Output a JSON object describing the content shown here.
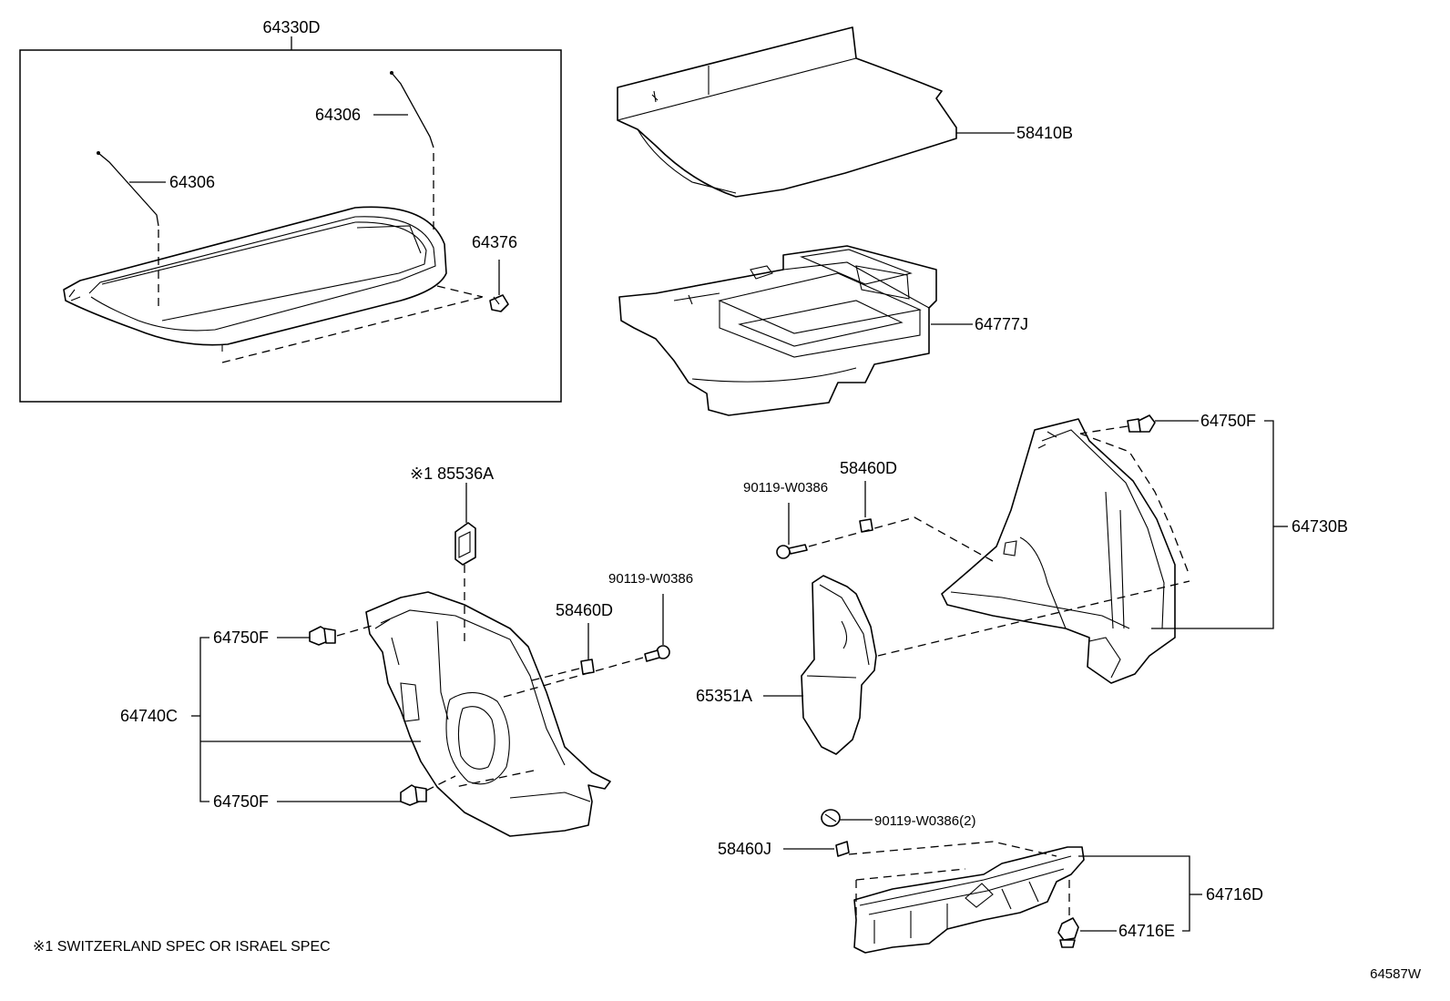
{
  "labels": {
    "p64330D": "64330D",
    "p64306_upper": "64306",
    "p64306_lower": "64306",
    "p64376": "64376",
    "p58410B": "58410B",
    "p64777J": "64777J",
    "p64750F_right": "64750F",
    "p64730B": "64730B",
    "p58460D_right": "58460D",
    "p90119_right": "90119-W0386",
    "p85536A": "※1 85536A",
    "p90119_left": "90119-W0386",
    "p58460D_left": "58460D",
    "p64750F_left_top": "64750F",
    "p64740C": "64740C",
    "p64750F_left_bottom": "64750F",
    "p65351A": "65351A",
    "p90119_bottom": "90119-W0386(2)",
    "p58460J": "58460J",
    "p64716D": "64716D",
    "p64716E": "64716E"
  },
  "footnote": "※1 SWITZERLAND SPEC OR ISRAEL SPEC",
  "diagram_code": "64587W"
}
